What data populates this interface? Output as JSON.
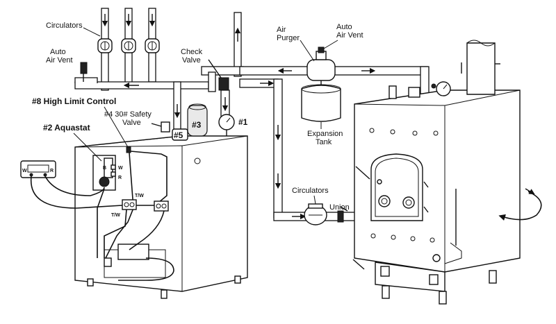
{
  "labels": {
    "circulators_top": "Circulators",
    "auto_air_vent_left_1": "Auto",
    "auto_air_vent_left_2": "Air Vent",
    "check_valve_1": "Check",
    "check_valve_2": "Valve",
    "air_purger_1": "Air",
    "air_purger_2": "Purger",
    "auto_air_vent_right_1": "Auto",
    "auto_air_vent_right_2": "Air Vent",
    "high_limit": "#8 High Limit Control",
    "safety_valve_1": "#4 30# Safety",
    "safety_valve_2": "Valve",
    "aquastat": "#2 Aquastat",
    "gauge_1": "#1",
    "tag_3": "#3",
    "tag_5": "#5",
    "expansion_tank_1": "Expansion",
    "expansion_tank_2": "Tank",
    "circulators_bottom": "Circulators",
    "union": "Union",
    "thermostat_w": "W",
    "thermostat_r": "R",
    "aquastat_b": "B",
    "aquastat_w": "W",
    "aquastat_r": "R",
    "tw_1": "T/W",
    "tw_2": "T/W"
  }
}
